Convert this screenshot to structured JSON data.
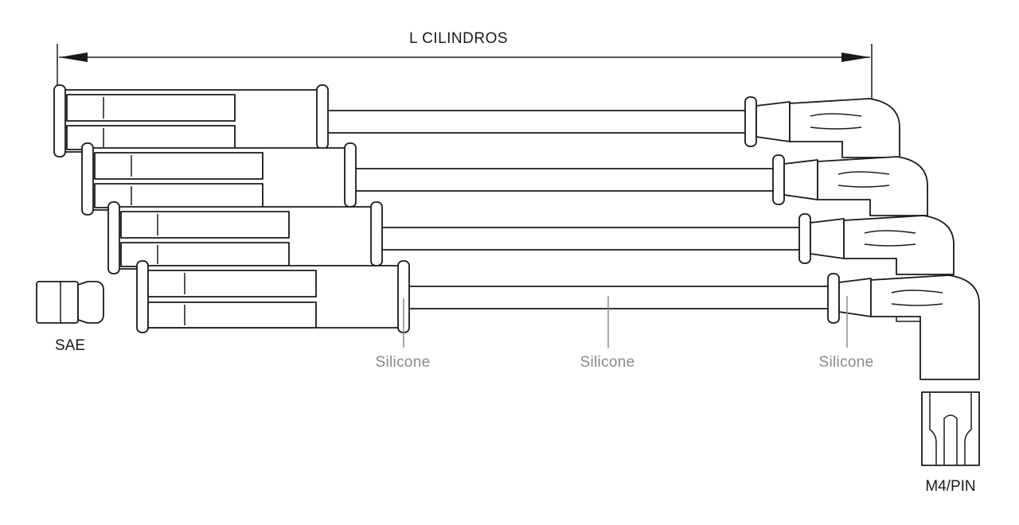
{
  "dimension": {
    "label": "L  CILINDROS"
  },
  "parts": {
    "sae": "SAE",
    "m4pin": "M4/PIN"
  },
  "materials": [
    "Silicone",
    "Silicone",
    "Silicone"
  ]
}
